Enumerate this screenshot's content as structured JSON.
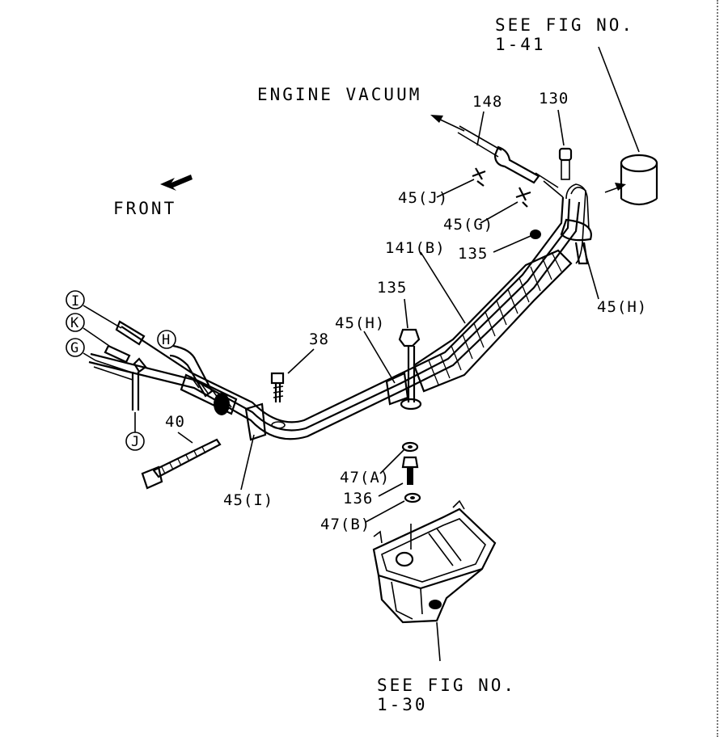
{
  "labels": {
    "see_fig_top_line1": "SEE FIG NO.",
    "see_fig_top_line2": "1-41",
    "engine_vacuum": "ENGINE VACUUM",
    "front": "FRONT",
    "see_fig_bottom_line1": "SEE FIG NO.",
    "see_fig_bottom_line2": "1-30"
  },
  "callouts": {
    "p148": "148",
    "p130": "130",
    "p45j": "45(J)",
    "p45g": "45(G)",
    "p141b": "141(B)",
    "p135_top": "135",
    "p135_mid": "135",
    "p45h_right": "45(H)",
    "p45h_mid": "45(H)",
    "p38": "38",
    "p40": "40",
    "p45i": "45(I)",
    "p47a": "47(A)",
    "p136": "136",
    "p47b": "47(B)"
  },
  "connectors": {
    "i": "I",
    "k": "K",
    "g": "G",
    "h": "H",
    "j": "J"
  }
}
